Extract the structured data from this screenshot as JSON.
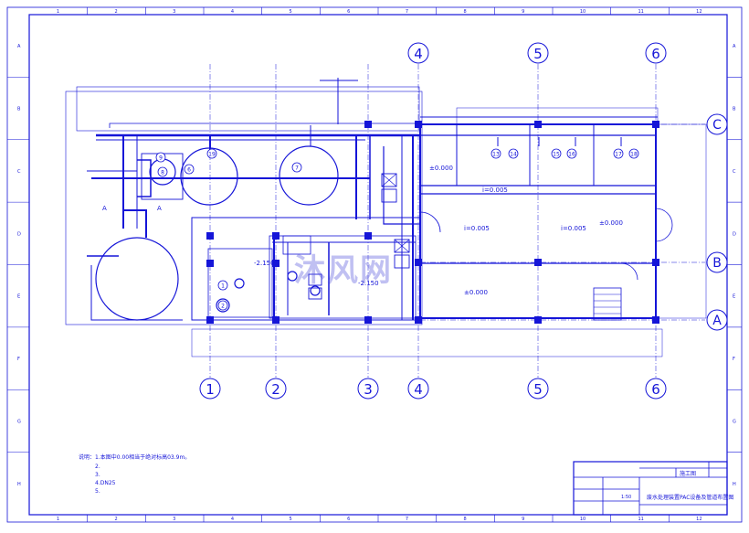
{
  "colors": {
    "line": "#1515d8",
    "fill": "#1515d8",
    "paper": "#ffffff",
    "watermark": "#5a5adc"
  },
  "border": {
    "cols": [
      "1",
      "2",
      "3",
      "4",
      "5",
      "6",
      "7",
      "8",
      "9",
      "10",
      "11",
      "12"
    ],
    "rows": [
      "A",
      "B",
      "C",
      "D",
      "E",
      "F",
      "G",
      "H"
    ]
  },
  "axes": {
    "vertical": [
      "1",
      "2",
      "3",
      "4",
      "5",
      "6"
    ],
    "horizontal": [
      "A",
      "B",
      "C"
    ]
  },
  "levels": {
    "l1": "-2.150",
    "l2": "-2.150",
    "l3": "±0.000",
    "l4": "±0.000",
    "l5": "±0.000"
  },
  "slopes": {
    "s1": "i=0.005",
    "s2": "i=0.005",
    "s3": "i=0.005"
  },
  "equipment": [
    "1",
    "2",
    "6",
    "7",
    "8",
    "9",
    "13",
    "14",
    "15",
    "16",
    "17",
    "18",
    "19"
  ],
  "detail_marks": {
    "a1": "A",
    "a2": "A"
  },
  "notes": {
    "head": "说明：1.本图中0.00相当于绝对标高03.9m。",
    "items": [
      "2.",
      "3.",
      "4.DN25",
      "5."
    ]
  },
  "title_block": {
    "stage": "施工图",
    "number": "",
    "title": "废水处理装置PAC设备及管道布置图",
    "scale": "1:50"
  },
  "watermark": "沐风网"
}
